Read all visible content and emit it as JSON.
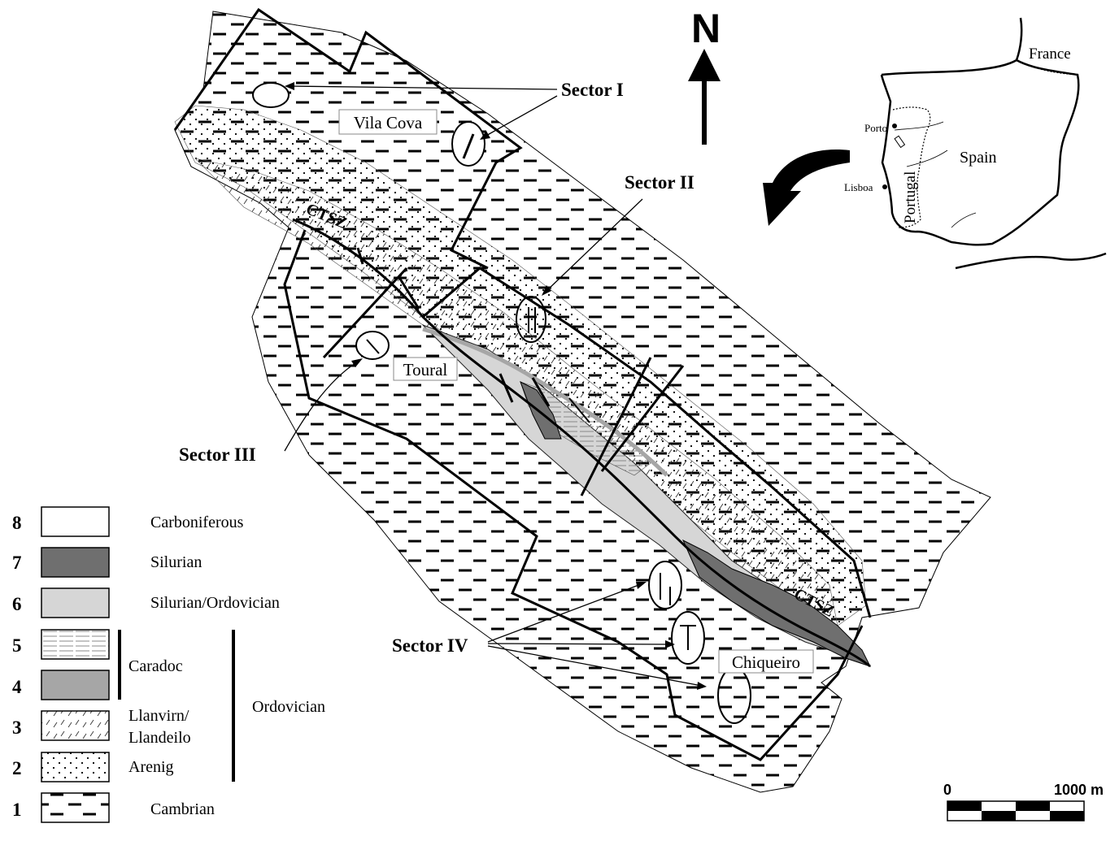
{
  "north_label": "N",
  "sectors": {
    "s1": "Sector I",
    "s2": "Sector II",
    "s3": "Sector III",
    "s4": "Sector IV"
  },
  "places": {
    "vila_cova": "Vila Cova",
    "toural": "Toural",
    "chiqueiro": "Chiqueiro"
  },
  "ctsz_label": "CTSZ",
  "inset": {
    "france": "France",
    "spain": "Spain",
    "portugal": "Portugal",
    "porto": "Porto",
    "lisboa": "Lisboa"
  },
  "legend": {
    "items": [
      {
        "num": "8",
        "label": "Carboniferous"
      },
      {
        "num": "7",
        "label": "Silurian"
      },
      {
        "num": "6",
        "label": "Silurian/Ordovician"
      },
      {
        "num": "5",
        "label": ""
      },
      {
        "num": "4",
        "label": ""
      },
      {
        "num": "3",
        "label": "Llanvirn/"
      },
      {
        "num": "2",
        "label": "Arenig"
      },
      {
        "num": "1",
        "label": "Cambrian"
      }
    ],
    "llandeilo": "Llandeilo",
    "caradoc": "Caradoc",
    "ordovician": "Ordovician"
  },
  "scale": {
    "start": "0",
    "end": "1000 m"
  },
  "colors": {
    "silurian": "#6f6f6f",
    "silurian_ordovician": "#d6d6d6",
    "caradoc_grey": "#a6a6a6"
  }
}
